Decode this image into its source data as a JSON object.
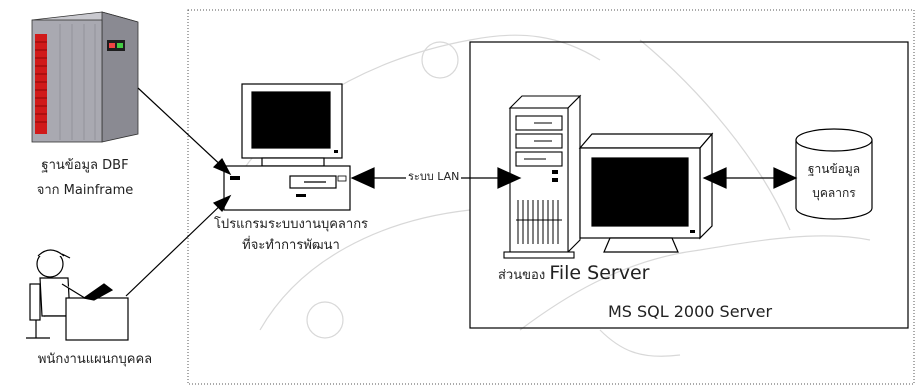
{
  "labels": {
    "dbf_line1": "ฐานข้อมูล DBF",
    "dbf_line2": "จาก Mainframe",
    "staff": "พนักงานแผนกบุคคล",
    "program_line1": "โปรแกรมระบบงานบุคลากร",
    "program_line2": "ที่จะทำการพัฒนา",
    "lan": "ระบบ LAN",
    "db_line1": "ฐานข้อมูล",
    "db_line2": "บุคลากร",
    "file_server_prefix": "ส่วนของ",
    "file_server_main": "File Server",
    "sql_server": "MS SQL 2000 Server"
  },
  "colors": {
    "line": "#000000",
    "mainframe_accent": "#d01a1a",
    "mainframe_body": "#a9a9b1",
    "monitor_screen": "#000000",
    "dotted_border": "#444444",
    "watermark": "#cfcfcf"
  },
  "icons": [
    "mainframe-icon",
    "person-at-desk-icon",
    "desktop-computer-icon",
    "tower-server-icon",
    "monitor-icon",
    "database-cylinder-icon"
  ]
}
